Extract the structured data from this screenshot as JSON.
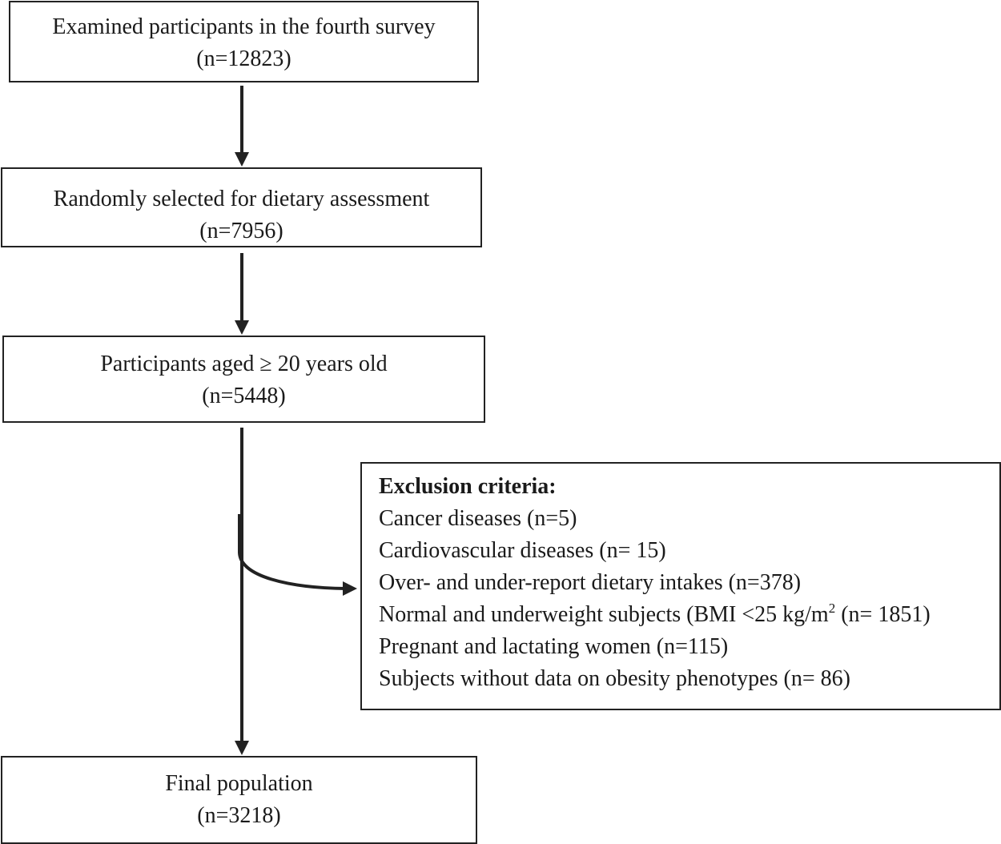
{
  "boxes": {
    "examined": {
      "title": "Examined participants in the fourth survey",
      "count": "(n=12823)"
    },
    "randomly_selected": {
      "title": "Randomly selected for dietary assessment",
      "count": "(n=7956)"
    },
    "aged": {
      "title": "Participants aged ≥ 20 years old",
      "count": "(n=5448)"
    },
    "final": {
      "title": "Final population",
      "count": "(n=3218)"
    }
  },
  "exclusion": {
    "heading": "Exclusion criteria:",
    "items": [
      "Cancer diseases (n=5)",
      "Cardiovascular diseases (n= 15)",
      "Over- and under-report dietary intakes (n=378)",
      {
        "before": "Normal and underweight subjects (BMI <25 kg/m",
        "sup": "2",
        "after": " (n= 1851)"
      },
      "Pregnant and lactating women (n=115)",
      "Subjects without data on obesity phenotypes (n= 86)"
    ]
  },
  "colors": {
    "stroke": "#222222",
    "text": "#1a1a1a",
    "background": "#ffffff"
  }
}
